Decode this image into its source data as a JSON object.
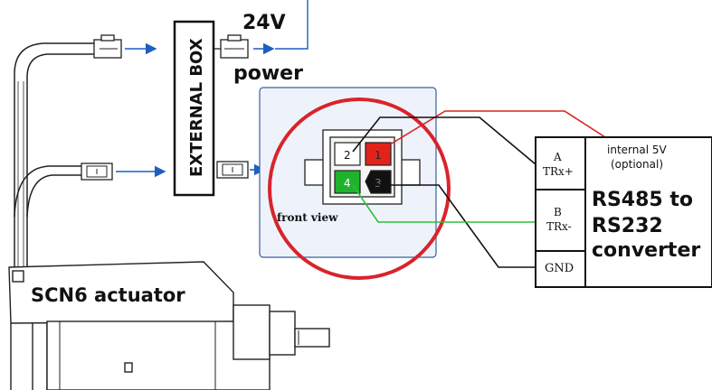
{
  "external_box": {
    "label": "EXTERNAL BOX"
  },
  "power": {
    "voltage": "24V",
    "label": "power"
  },
  "connector": {
    "view_label": "front view",
    "pins": [
      {
        "number": "1",
        "color": "#e2231a"
      },
      {
        "number": "2",
        "color": "#ffffff"
      },
      {
        "number": "3",
        "color": "#111111"
      },
      {
        "number": "4",
        "color": "#1fb32d"
      }
    ]
  },
  "converter": {
    "pin_a": {
      "letter": "A",
      "signal": "TRx+"
    },
    "pin_b": {
      "letter": "B",
      "signal": "TRx-"
    },
    "pin_gnd": {
      "label": "GND"
    },
    "internal_5v": {
      "line1": "internal 5V",
      "line2": "(optional)"
    },
    "title_lines": [
      "RS485 to",
      "RS232",
      "converter"
    ]
  },
  "actuator": {
    "label": "SCN6 actuator"
  },
  "colors": {
    "wire_red": "#d9231f",
    "wire_green": "#2fbf3a",
    "wire_black": "#111111",
    "arrow_blue": "#1f5fbf",
    "highlight_circle": "#d9232b",
    "panel_border": "#3a5fa0"
  }
}
